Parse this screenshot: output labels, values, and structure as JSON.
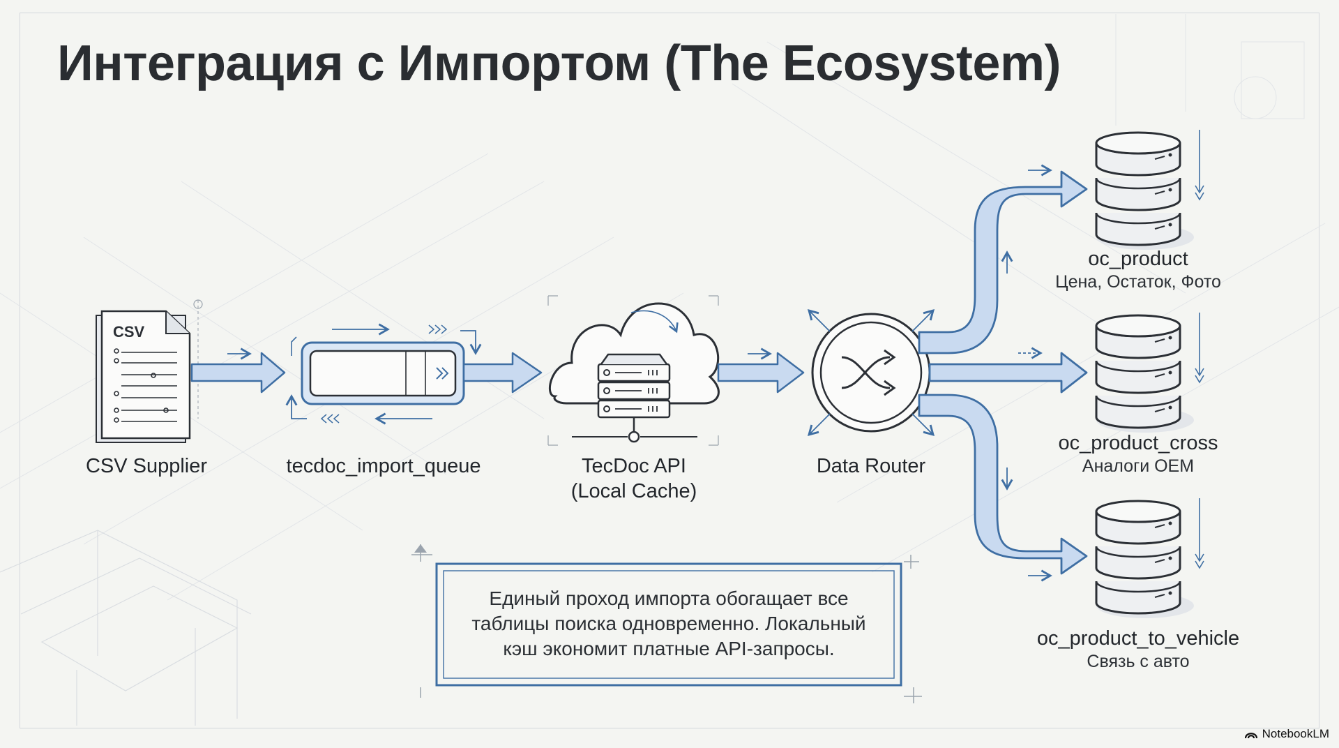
{
  "title": "Интеграция с Импортом (The Ecosystem)",
  "nodes": {
    "csv_file_text": "CSV",
    "csv_supplier": "CSV Supplier",
    "import_queue": "tecdoc_import_queue",
    "api_line1": "TecDoc API",
    "api_line2": "(Local Cache)",
    "router": "Data Router"
  },
  "databases": [
    {
      "name": "oc_product",
      "sub": "Цена, Остаток, Фото"
    },
    {
      "name": "oc_product_cross",
      "sub": "Аналоги OEM"
    },
    {
      "name": "oc_product_to_vehicle",
      "sub": "Связь с авто"
    }
  ],
  "note": {
    "line1": "Единый проход импорта обогащает все",
    "line2": "таблицы поиска одновременно. Локальный",
    "line3": "кэш экономит платные API-запросы."
  },
  "brand": "NotebookLM",
  "colors": {
    "accent": "#3e6ea3",
    "accent_light": "#c9daf0",
    "line": "#2b2f35",
    "background": "#f4f5f2"
  }
}
